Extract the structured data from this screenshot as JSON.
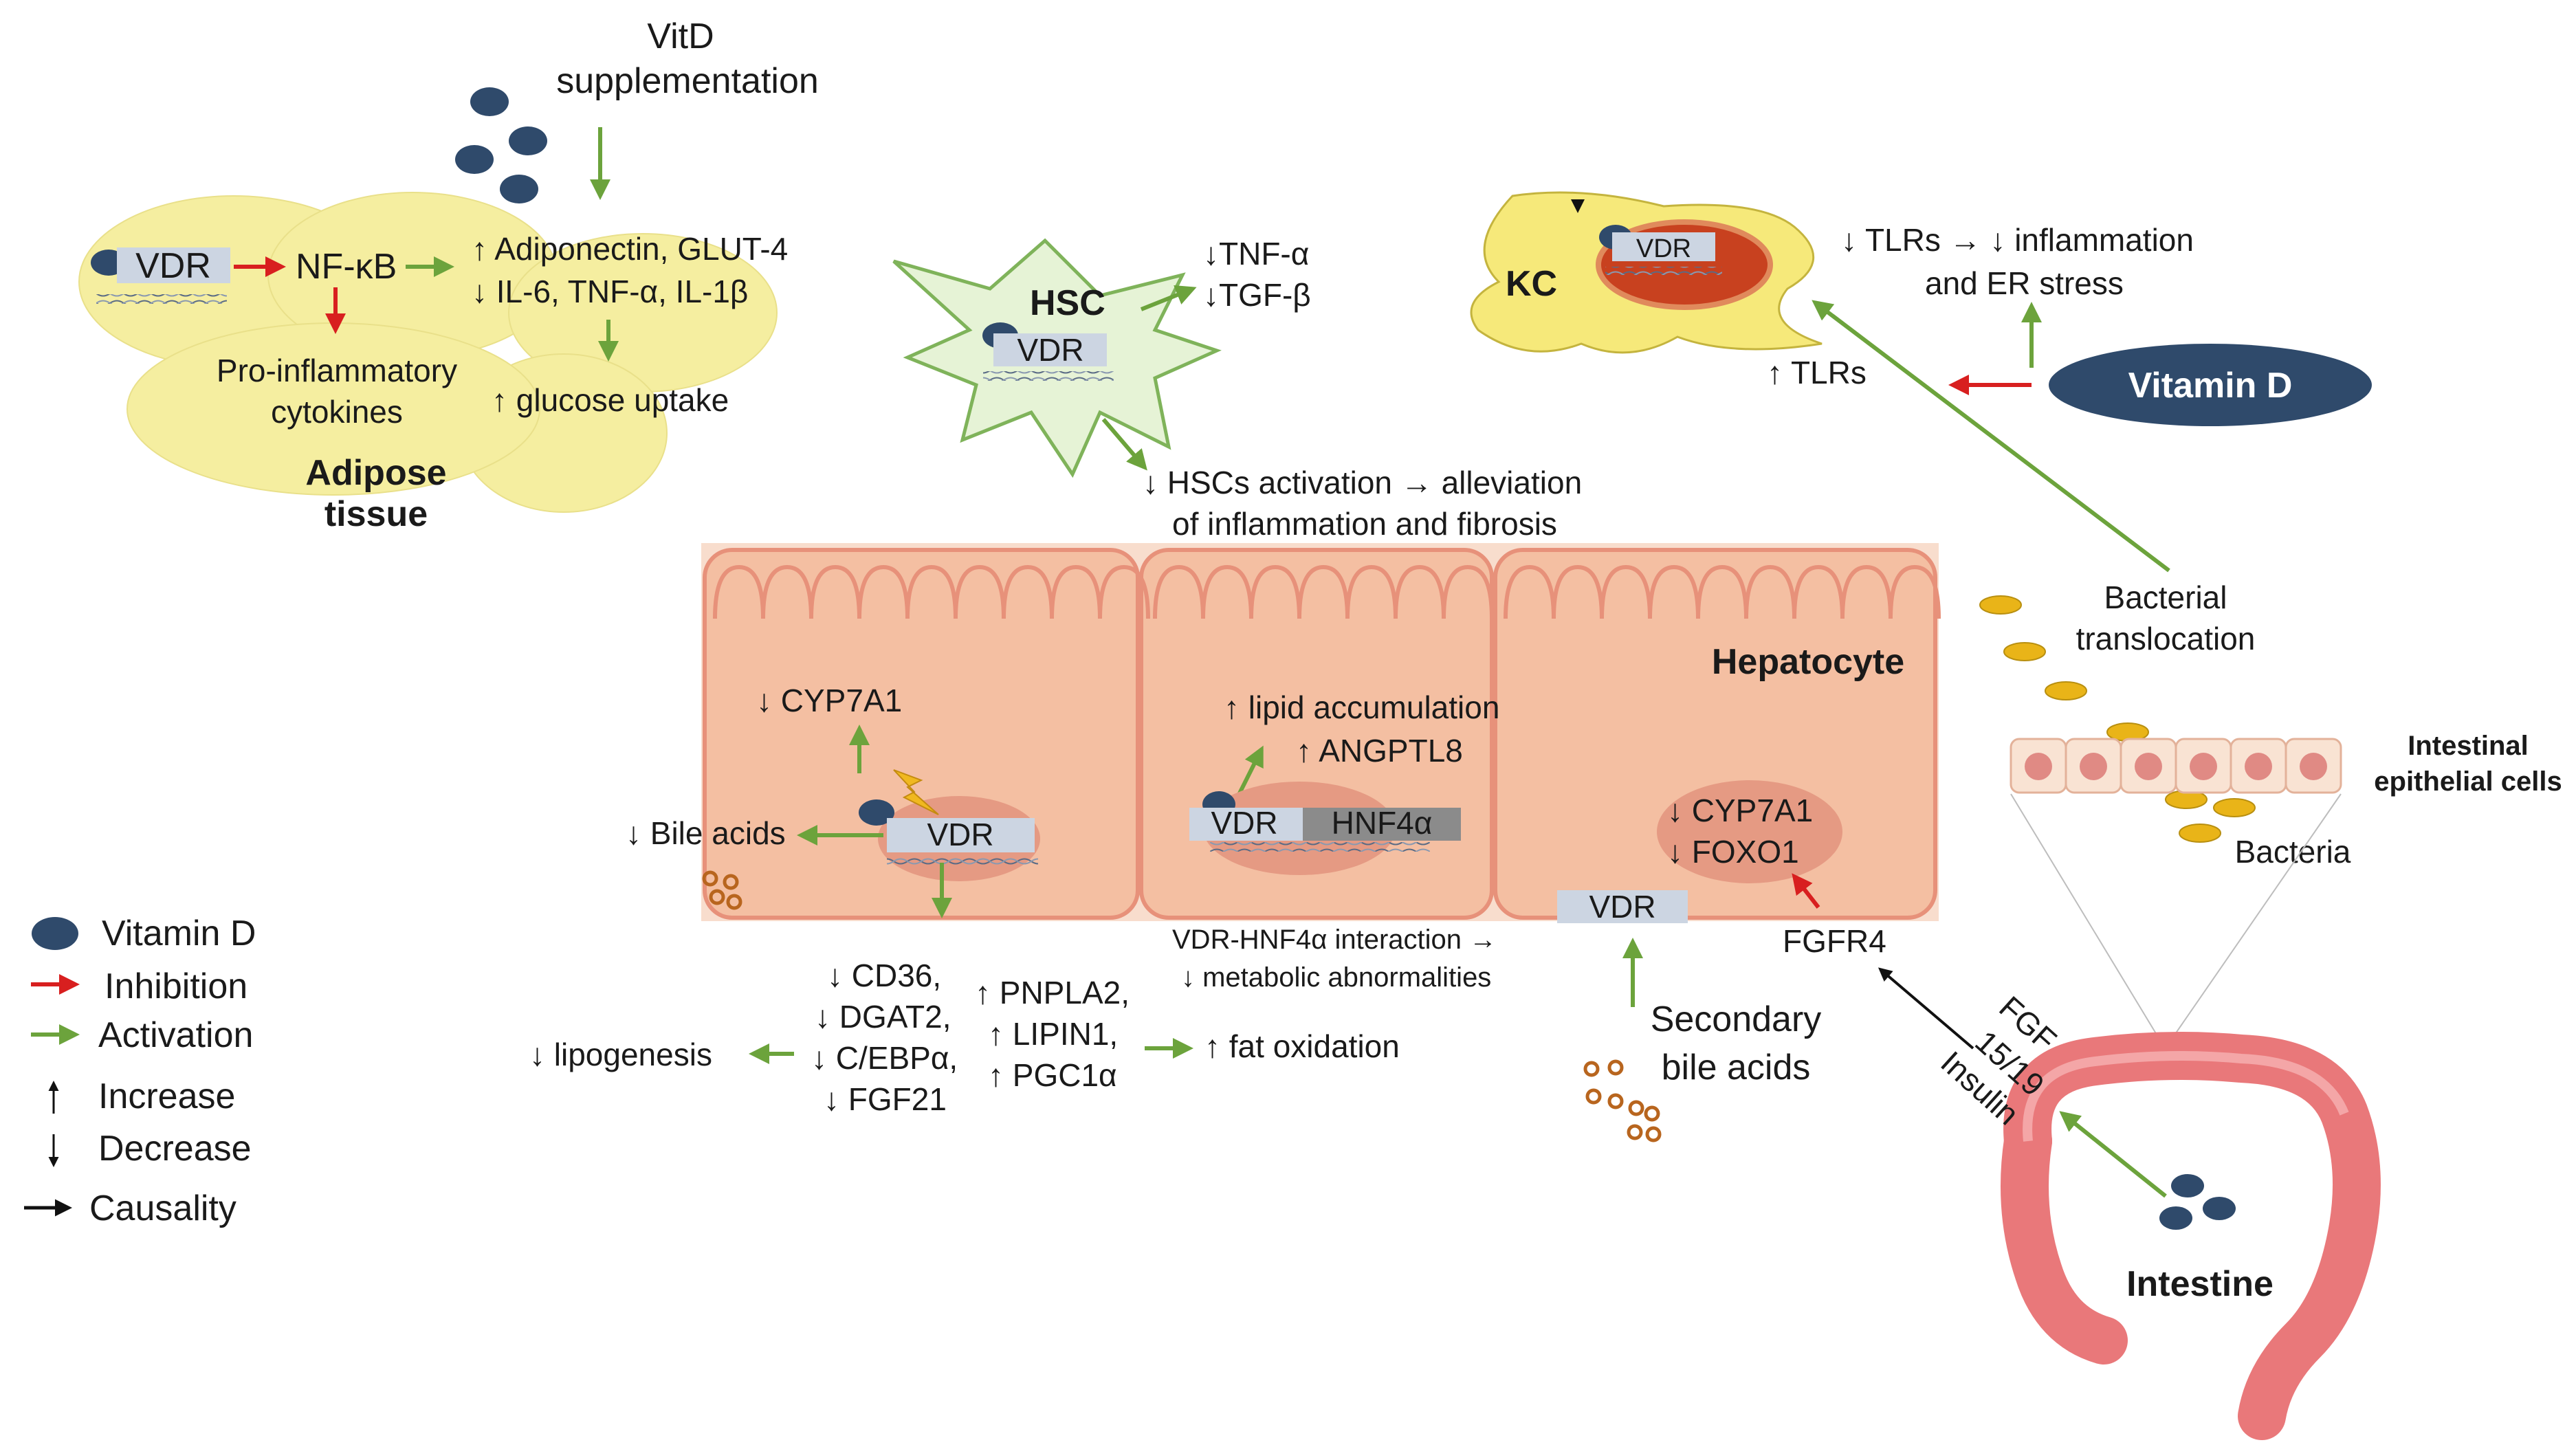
{
  "colors": {
    "vitamin_d": "#2f4a6b",
    "inhibition": "#d81f1f",
    "activation": "#6ca33c",
    "adipose": "#f5eea0",
    "hepatocyte": "#f4bfa2",
    "hepatocyte_border": "#e7917a",
    "nucleus": "#e59a83",
    "hsc": "#e6f3d6",
    "kc": "#f6e97a",
    "kc_nucleus": "#c8411f",
    "intestine": "#e9787a",
    "bacteria": "#e9b418",
    "bile_dot": "#b8651e"
  },
  "vitd": {
    "title_line1": "VitD",
    "title_line2": "supplementation"
  },
  "adipose": {
    "vdr": "VDR",
    "nfkb": "NF-κB",
    "effect1": "↑ Adiponectin, GLUT-4",
    "effect2": "↓ IL-6, TNF-α, IL-1β",
    "pro_line1": "Pro-inflammatory",
    "pro_line2": "cytokines",
    "glucose": "↑ glucose uptake",
    "title_line1": "Adipose",
    "title_line2": "tissue"
  },
  "hsc": {
    "title": "HSC",
    "vdr": "VDR",
    "tnf": "↓TNF-α",
    "tgf": "↓TGF-β",
    "activation_line1": "↓ HSCs activation → alleviation",
    "activation_line2": "of inflammation and fibrosis"
  },
  "kc": {
    "title": "KC",
    "vdr": "VDR",
    "tlr_line1": "↓ TLRs → ↓ inflammation",
    "tlr_line2": "and ER stress",
    "tlr_up": "↑ TLRs",
    "vitamin_d": "Vitamin D"
  },
  "liver": {
    "hepatocyte_title": "Hepatocyte",
    "cyp7a1_down": "↓ CYP7A1",
    "bile_acids": "↓ Bile acids",
    "vdr_left": "VDR",
    "lipid_accum": "↑ lipid accumulation",
    "angptl8": "↑ ANGPTL8",
    "vdr_mid": "VDR",
    "hnf4a": "HNF4α",
    "interaction_line1": "VDR-HNF4α interaction →",
    "interaction_line2": "↓ metabolic abnormalities",
    "cyp7a1_right": "↓ CYP7A1",
    "foxo1": "↓ FOXO1",
    "vdr_right": "VDR",
    "fgfr4": "FGFR4"
  },
  "metabolism": {
    "cd36": "↓ CD36,",
    "dgat2": "↓ DGAT2,",
    "cebpa": "↓ C/EBPα,",
    "fgf21": "↓ FGF21",
    "pnpla2": "↑ PNPLA2,",
    "lipin1": "↑ LIPIN1,",
    "pgc1a": "↑ PGC1α",
    "lipogenesis": "↓ lipogenesis",
    "fat_oxidation": "↑ fat oxidation"
  },
  "secondary_bile": {
    "line1": "Secondary",
    "line2": "bile acids"
  },
  "gut": {
    "bacterial_line1": "Bacterial",
    "bacterial_line2": "translocation",
    "epithelial_line1": "Intestinal",
    "epithelial_line2": "epithelial cells",
    "bacteria": "Bacteria",
    "fgf_line1": "FGF",
    "fgf_line2": "15/19",
    "insulin": "Insulin",
    "intestine": "Intestine"
  },
  "legend": {
    "items": [
      {
        "label": "Vitamin D",
        "icon": "vitamin-d-dot-icon"
      },
      {
        "label": "Inhibition",
        "icon": "inhibition-arrow-icon"
      },
      {
        "label": "Activation",
        "icon": "activation-arrow-icon"
      },
      {
        "label": "Increase",
        "icon": "increase-arrow-icon"
      },
      {
        "label": "Decrease",
        "icon": "decrease-arrow-icon"
      },
      {
        "label": "Causality",
        "icon": "causality-arrow-icon"
      }
    ]
  }
}
